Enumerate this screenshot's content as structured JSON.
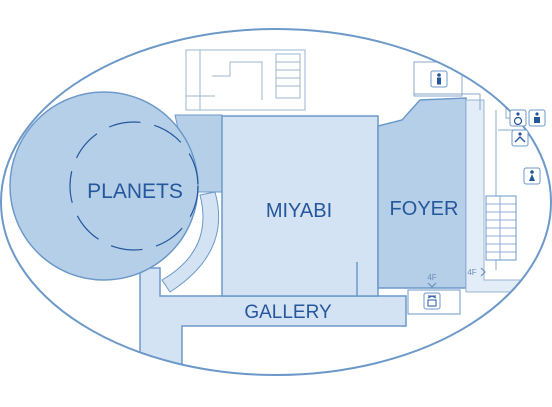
{
  "rooms": {
    "planets": "PLANETS",
    "miyabi": "MIYABI",
    "foyer": "FOYER",
    "gallery": "GALLERY"
  },
  "floor_markers": {
    "elevator_floor": "4F",
    "corridor_floor": "4F"
  },
  "colors": {
    "outline": "#6c99c9",
    "room_fill_light": "#d3e3f3",
    "room_fill_mid": "#b6cfe8",
    "room_stroke": "#6c99c9",
    "label": "#24579c",
    "line_art": "#8aa9cb"
  },
  "icons": [
    "male-restroom-icon",
    "accessible-restroom-icon",
    "nursing-room-icon",
    "baby-changing-icon",
    "female-restroom-icon",
    "elevator-icon",
    "stairs-icon"
  ]
}
